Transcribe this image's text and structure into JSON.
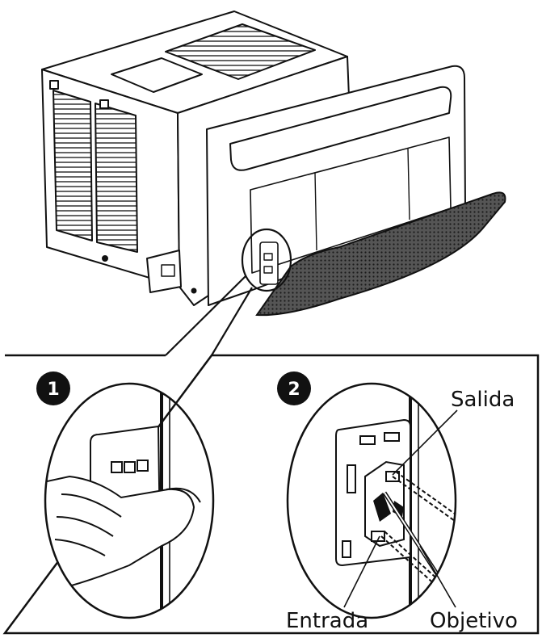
{
  "steps": [
    {
      "number": "1"
    },
    {
      "number": "2"
    }
  ],
  "labels": {
    "salida": "Salida",
    "entrada": "Entrada",
    "objetivo": "Objetivo"
  },
  "colors": {
    "ink": "#111111",
    "mesh": "#3a3a3a",
    "background": "#ffffff"
  }
}
